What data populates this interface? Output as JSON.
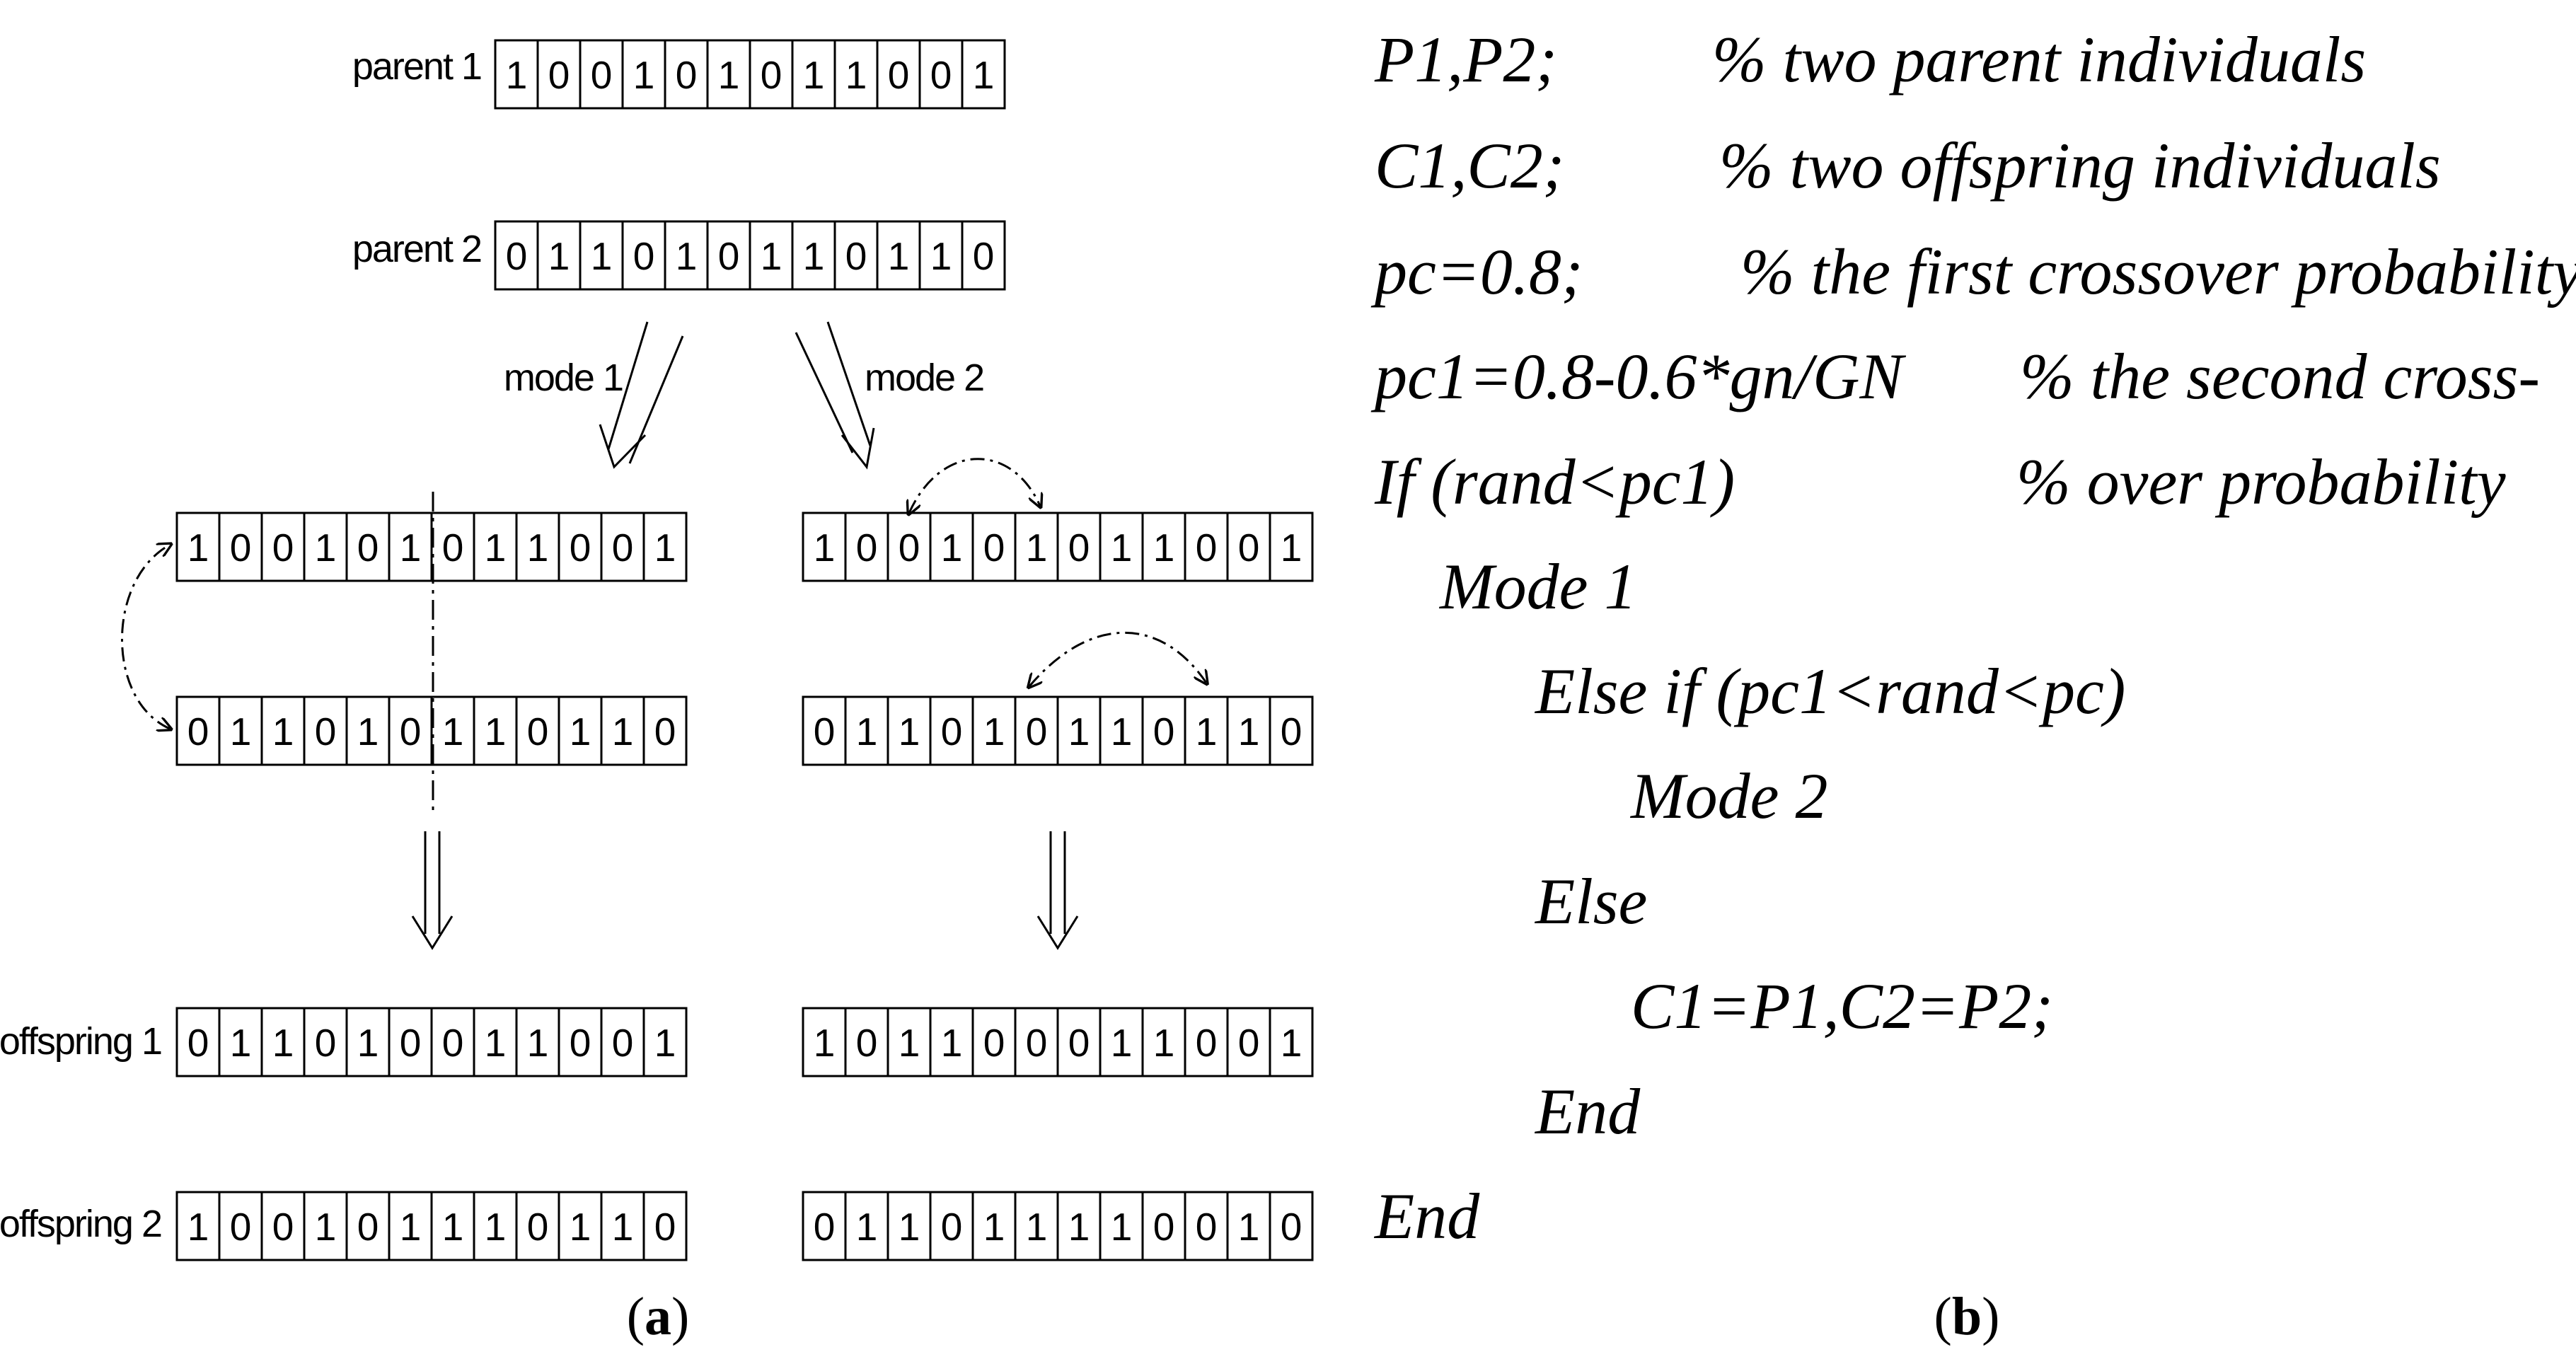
{
  "panel_a": {
    "caption": "(a)",
    "caption_letter": "a",
    "top_rows": [
      {
        "label": "parent 1",
        "bits": [
          "1",
          "0",
          "0",
          "1",
          "0",
          "1",
          "0",
          "1",
          "1",
          "0",
          "0",
          "1"
        ]
      },
      {
        "label": "parent 2",
        "bits": [
          "0",
          "1",
          "1",
          "0",
          "1",
          "0",
          "1",
          "1",
          "0",
          "1",
          "1",
          "0"
        ]
      }
    ],
    "modes": [
      "mode 1",
      "mode 2"
    ],
    "left_middle_rows": [
      {
        "bits": [
          "1",
          "0",
          "0",
          "1",
          "0",
          "1",
          "0",
          "1",
          "1",
          "0",
          "0",
          "1"
        ]
      },
      {
        "bits": [
          "0",
          "1",
          "1",
          "0",
          "1",
          "0",
          "1",
          "1",
          "0",
          "1",
          "1",
          "0"
        ]
      }
    ],
    "right_middle_rows": [
      {
        "bits": [
          "1",
          "0",
          "0",
          "1",
          "0",
          "1",
          "0",
          "1",
          "1",
          "0",
          "0",
          "1"
        ]
      },
      {
        "bits": [
          "0",
          "1",
          "1",
          "0",
          "1",
          "0",
          "1",
          "1",
          "0",
          "1",
          "1",
          "0"
        ]
      }
    ],
    "left_offspring": [
      {
        "label": "offspring 1",
        "bits": [
          "0",
          "1",
          "1",
          "0",
          "1",
          "0",
          "0",
          "1",
          "1",
          "0",
          "0",
          "1"
        ]
      },
      {
        "label": "offspring 2",
        "bits": [
          "1",
          "0",
          "0",
          "1",
          "0",
          "1",
          "1",
          "1",
          "0",
          "1",
          "1",
          "0"
        ]
      }
    ],
    "right_offspring": [
      {
        "bits": [
          "1",
          "0",
          "1",
          "1",
          "0",
          "0",
          "0",
          "1",
          "1",
          "0",
          "0",
          "1"
        ]
      },
      {
        "bits": [
          "0",
          "1",
          "1",
          "0",
          "1",
          "1",
          "1",
          "1",
          "0",
          "0",
          "1",
          "0"
        ]
      }
    ]
  },
  "panel_b": {
    "caption": "(b)",
    "caption_letter": "b",
    "lines": [
      {
        "code": "P1,P2;",
        "comment": "% two parent individuals"
      },
      {
        "code": "C1,C2;",
        "comment": "% two offspring individuals"
      },
      {
        "code": "pc=0.8;",
        "comment": "% the first crossover probability"
      },
      {
        "code": "pc1=0.8-0.6*gn/GN",
        "comment": "% the second cross-"
      },
      {
        "code": "If (rand<pc1)",
        "comment": "% over probability"
      },
      {
        "code": "Mode 1",
        "comment": ""
      },
      {
        "code": "Else if (pc1<rand<pc)",
        "comment": ""
      },
      {
        "code": "Mode 2",
        "comment": ""
      },
      {
        "code": "Else",
        "comment": ""
      },
      {
        "code": "C1=P1,C2=P2;",
        "comment": ""
      },
      {
        "code": "End",
        "comment": ""
      },
      {
        "code": "End",
        "comment": ""
      }
    ]
  }
}
